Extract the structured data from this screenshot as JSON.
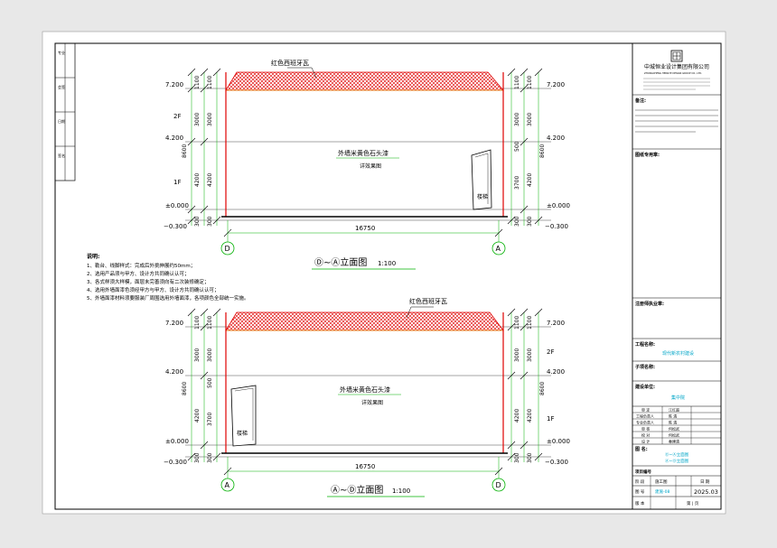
{
  "colors": {
    "dim_green": "#00b000",
    "axis_green": "#00b000",
    "roof_red": "#e00000",
    "wall_yellow": "#f0c000",
    "title_block_cyan": "#00a6c8",
    "border": "#000000"
  },
  "views": [
    {
      "roof_label": "红色西班牙瓦",
      "wall_label": "外墙米黄色石头漆",
      "effect_label": "详效果图",
      "stair_label": "楼梯",
      "left_axis": "D",
      "right_axis": "A",
      "width_dim": "16750",
      "title": "Ⓓ~Ⓐ立面图",
      "scale": "1:100",
      "left_levels": [
        "7.200",
        "4.200",
        "±0.000",
        "−0.300"
      ],
      "left_floors": [
        "2F",
        "1F"
      ],
      "left_outer_dims": [
        "1100",
        "3000",
        "4200",
        "300"
      ],
      "left_inner_dims": [
        "1100",
        "3000",
        "4200",
        "300"
      ],
      "left_total": "8600",
      "right_levels": [
        "7.200",
        "4.200",
        "±0.000",
        "−0.300"
      ],
      "right_outer_dims": [
        "1100",
        "3000",
        "4200",
        "300"
      ],
      "right_inner_dims": [
        "1100",
        "3000",
        "500",
        "3700",
        "300"
      ],
      "right_total": "8600"
    },
    {
      "roof_label": "红色西班牙瓦",
      "wall_label": "外墙米黄色石头漆",
      "effect_label": "详效果图",
      "stair_label": "楼梯",
      "left_axis": "A",
      "right_axis": "D",
      "width_dim": "16750",
      "title": "Ⓐ~Ⓓ立面图",
      "scale": "1:100",
      "left_levels": [
        "7.200",
        "4.200",
        "±0.000",
        "−0.300"
      ],
      "right_floors": [
        "2F",
        "1F"
      ],
      "left_outer_dims": [
        "1100",
        "3000",
        "4200",
        "300"
      ],
      "left_inner_dims": [
        "1100",
        "3000",
        "500",
        "3700",
        "300"
      ],
      "left_total": "8600",
      "right_levels": [
        "7.200",
        "4.200",
        "±0.000",
        "−0.300"
      ],
      "right_outer_dims": [
        "1100",
        "3000",
        "4200",
        "300"
      ],
      "right_inner_dims": [
        "1100",
        "3000",
        "4200",
        "300"
      ],
      "right_total": "8600"
    }
  ],
  "notes": {
    "heading": "说明:",
    "items": [
      "1、勒台、线脚样式：完成后外挑伸展约50mm；",
      "2、选用产品须与甲方、设计方共同确认认可；",
      "3、各式样须大样模，面层未完善须向有二次装修确定；",
      "4、选用外墙面漆色须经甲方与甲方、设计方共同确认认可；",
      "5、外墙面漆材料须要服装厂周围选用外墙面漆，各项颜色全部统一实施。"
    ]
  },
  "title_block": {
    "company": "中城恒业设计集团有限公司",
    "company_en": "ZHONGCHENG HENGYE DESIGN GROUP CO., LTD.",
    "notes_label": "备注:",
    "seal_label": "图纸专用章:",
    "reg_label": "注册师执业章:",
    "project_label": "工程名称:",
    "project_value": "现代新农村建设",
    "sub_label": "子项名称:",
    "unit_label": "建设单位:",
    "unit_value": "集中院",
    "sign_rows": [
      [
        "审 定",
        "江红超"
      ],
      [
        "工程负责人",
        "陈 清"
      ],
      [
        "专业负责人",
        "陈 清"
      ],
      [
        "审 核",
        "何松武"
      ],
      [
        "校 对",
        "何松武"
      ],
      [
        "设 计",
        "秦建清"
      ]
    ],
    "drawing_label": "图 名:",
    "drawing_names": [
      "Ⓓ~Ⓐ立面图",
      "Ⓐ~Ⓓ立面图"
    ],
    "project_no_label": "项目编号",
    "stage_label": "阶 段",
    "stage_value": "施工图",
    "date_label": "日 期",
    "no_label": "图 号",
    "no_value": "建施-08",
    "date_value": "2025.03",
    "version_label": "版 本",
    "sheet_label": "第 | 页"
  },
  "left_strip_labels": [
    "专业",
    "会签",
    "日期",
    "签名"
  ]
}
